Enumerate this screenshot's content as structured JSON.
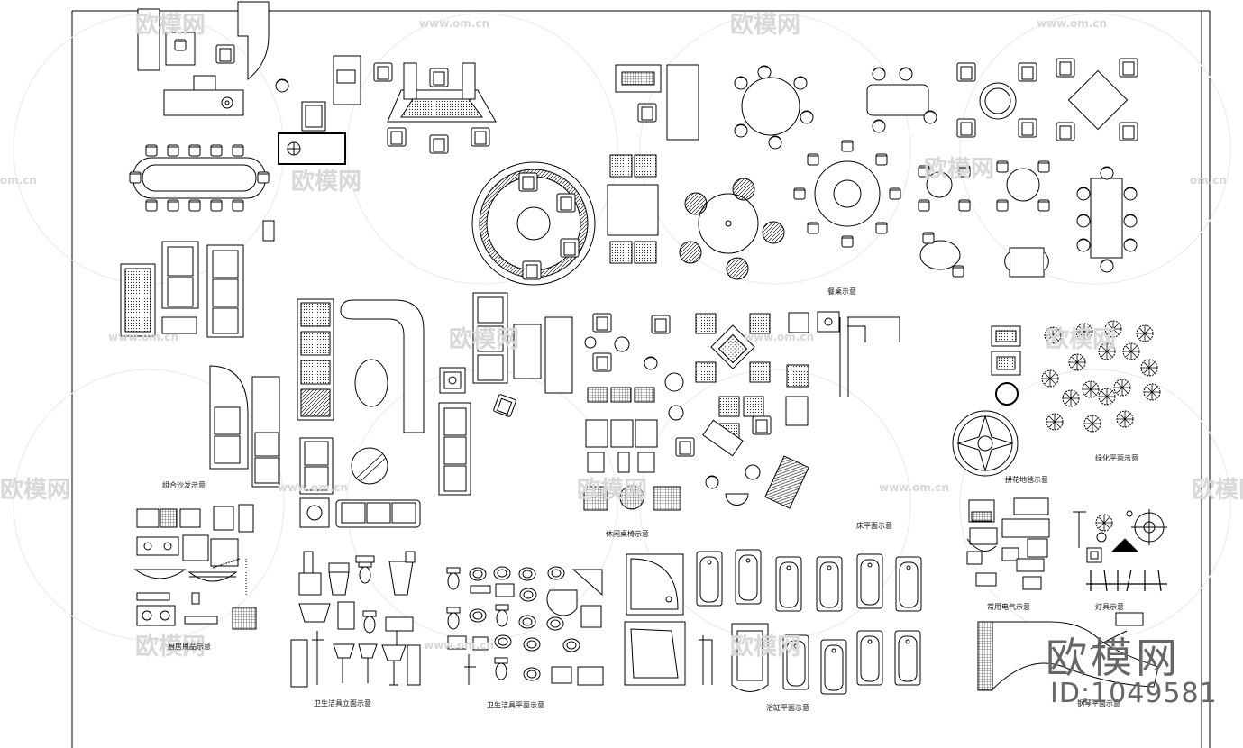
{
  "watermark": {
    "cn": "欧模网",
    "url": "www.om.cn",
    "url_edge": "om.cn"
  },
  "brand": {
    "name": "欧模网",
    "id": "ID:1049581"
  },
  "sections": {
    "dining": "餐桌示意",
    "sofa": "组合沙发示意",
    "leisure": "休闲桌椅示意",
    "greenery": "绿化平面示意",
    "stone": "拼花地毯示意",
    "kitchen": "厨房用品示意",
    "sanitary_elev": "卫生洁具立面示意",
    "sanitary_plan": "卫生洁具平面示意",
    "bathtub_plan": "浴缸平面示意",
    "bathtub_title": "床平面示意",
    "appliance": "常用电气示意",
    "lamp": "灯具示意",
    "piano": "钢琴平面示意"
  }
}
